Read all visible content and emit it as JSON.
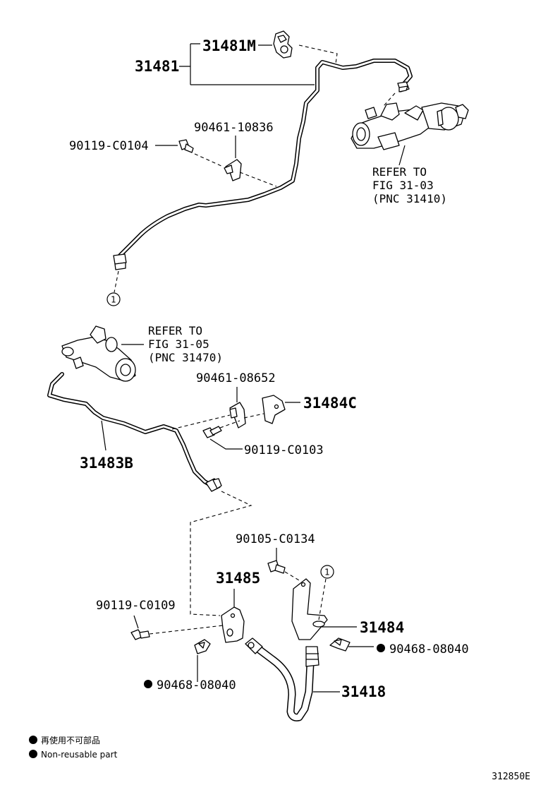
{
  "labels": {
    "p31481M": "31481M",
    "p31481": "31481",
    "p90461_10836": "90461-10836",
    "p90119_C0104": "90119-C0104",
    "ref1_line1": "REFER TO",
    "ref1_line2": "FIG 31-03",
    "ref1_line3": "(PNC 31410)",
    "ref2_line1": "REFER TO",
    "ref2_line2": "FIG 31-05",
    "ref2_line3": "(PNC 31470)",
    "p90461_08652": "90461-08652",
    "p31484C": "31484C",
    "p90119_C0103": "90119-C0103",
    "p31483B": "31483B",
    "p90105_C0134": "90105-C0134",
    "p31485": "31485",
    "p90119_C0109": "90119-C0109",
    "p31484": "31484",
    "p90468_08040_right": "90468-08040",
    "p90468_08040_left": "90468-08040",
    "p31418": "31418",
    "circle_ref": "1"
  },
  "legend": {
    "non_reusable_jp": "再使用不可部品",
    "non_reusable_en": "Non-reusable part"
  },
  "figure_id": "312850E"
}
